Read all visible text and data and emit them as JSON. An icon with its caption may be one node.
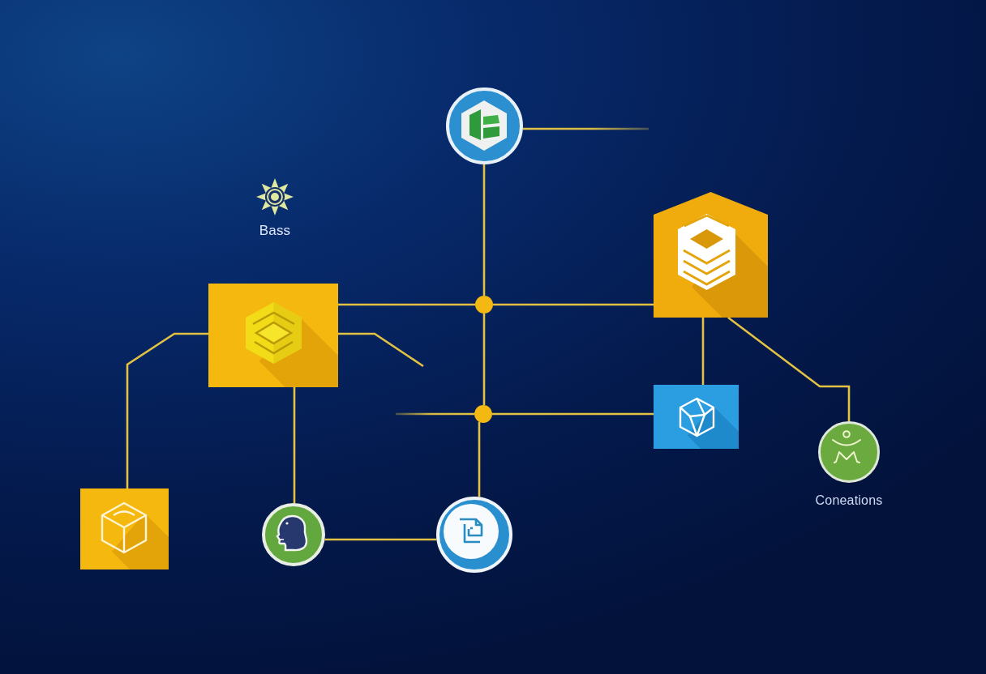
{
  "diagram": {
    "nodes": [
      {
        "text": [],
        "shape": "circle"
      },
      {
        "text": [],
        "shape": "pentagon"
      },
      {
        "text": [],
        "shape": "box"
      },
      {
        "text": [],
        "shape": "dot"
      },
      {
        "text": [],
        "shape": "box"
      },
      {
        "text": [],
        "shape": "dot"
      },
      {
        "text": [],
        "shape": "circle"
      },
      {
        "text": [],
        "shape": "box"
      },
      {
        "text": [],
        "shape": "circle"
      },
      {
        "text": [],
        "shape": "circle"
      }
    ],
    "edges": [
      {
        "from": 0,
        "to": 3,
        "arrow": "none"
      },
      {
        "from": 0,
        "to": null,
        "arrow": "none"
      },
      {
        "from": 2,
        "to": 3,
        "arrow": "none"
      },
      {
        "from": 3,
        "to": 1,
        "arrow": "none"
      },
      {
        "from": 3,
        "to": 5,
        "arrow": "none"
      },
      {
        "from": null,
        "to": 5,
        "arrow": "none"
      },
      {
        "from": 5,
        "to": 4,
        "arrow": "none"
      },
      {
        "from": 5,
        "to": 9,
        "arrow": "none"
      },
      {
        "from": 2,
        "to": 7,
        "arrow": "none"
      },
      {
        "from": 2,
        "to": null,
        "arrow": "none"
      },
      {
        "from": 2,
        "to": 8,
        "arrow": "none"
      },
      {
        "from": 8,
        "to": 9,
        "arrow": "none"
      },
      {
        "from": 1,
        "to": 4,
        "arrow": "none"
      },
      {
        "from": 1,
        "to": 6,
        "arrow": "none"
      }
    ],
    "labels": [
      "Bass",
      "Coneations"
    ]
  }
}
